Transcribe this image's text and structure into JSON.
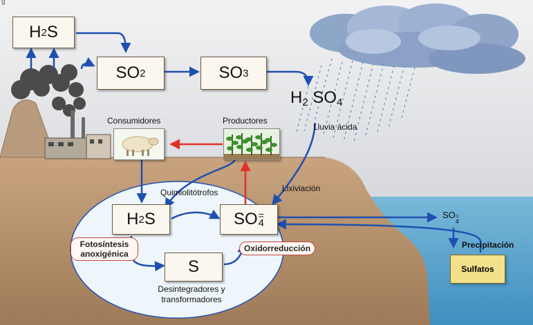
{
  "corner_mark": "g",
  "nodes": {
    "h2s_top": {
      "base": "H",
      "sub": "2",
      "tail": "S"
    },
    "so2": {
      "base": "SO",
      "sub": "2"
    },
    "so3": {
      "base": "SO",
      "sub": "3"
    },
    "h2so4": {
      "base": "H",
      "sub": "2",
      "tail": "SO",
      "sub2": "4"
    },
    "h2s_cycle": {
      "base": "H",
      "sub": "2",
      "tail": "S"
    },
    "so4_cycle": {
      "base": "SO",
      "sub": "4",
      "sup": "="
    },
    "s_cycle": {
      "base": "S"
    },
    "so4_sea": {
      "base": "SO",
      "sub": "4",
      "sup": "="
    }
  },
  "labels": {
    "lluvia": "Lluvia ácida",
    "consumidores": "Consumidores",
    "productores": "Productores",
    "quimio": "Quimiolitótrofos",
    "lixiviacion": "Lixiviación",
    "fotosintesis": "Fotosíntesis anoxigénica",
    "oxidorreduccion": "Oxidorreducción",
    "desintegradores": "Desintegradores y transformadores",
    "precipitacion": "Precipitación",
    "sulfatos": "Sulfatos"
  },
  "colors": {
    "arrow_blue": "#1f4fb0",
    "arrow_red": "#e0302a",
    "ground": "#c19a76",
    "sea": "#5fa9cf",
    "sky": "#dfe1e5"
  }
}
